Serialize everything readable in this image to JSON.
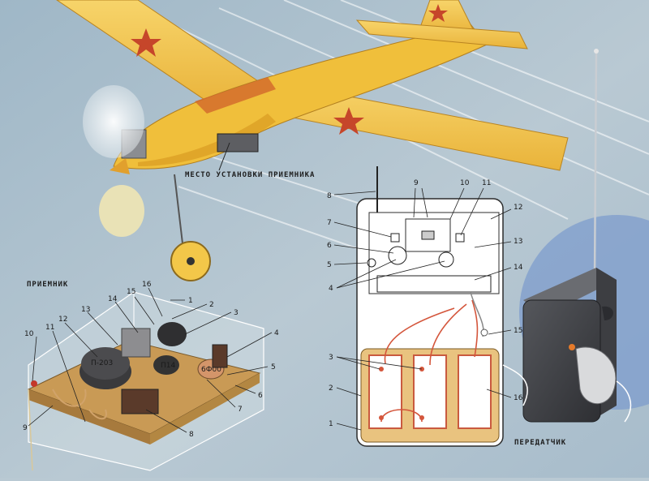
{
  "labels": {
    "receiver_location": "МЕСТО УСТАНОВКИ ПРИЕМНИКА",
    "receiver": "ПРИЕМНИК",
    "transmitter": "ПЕРЕДАТЧИК"
  },
  "receiver_callouts": [
    "1",
    "2",
    "3",
    "4",
    "5",
    "6",
    "7",
    "8",
    "9",
    "10",
    "11",
    "12",
    "13",
    "14",
    "15",
    "16"
  ],
  "receiver_part_marks": [
    "П-203",
    "П14",
    "6Ф00"
  ],
  "transmitter_callouts": [
    "1",
    "2",
    "3",
    "4",
    "5",
    "6",
    "7",
    "8",
    "9",
    "10",
    "11",
    "12",
    "13",
    "14",
    "15",
    "16"
  ],
  "colors": {
    "background": "#b9c9d3",
    "plane": "#f2c23a",
    "plane_shadow": "#d99b22",
    "star": "#c6462a",
    "board": "#c99a55",
    "device": "#3e3f43",
    "transmitter_panel": "#ffffff",
    "battery_fill": "#e9c37f",
    "wire": "#d4563c",
    "accent_circle": "#7e9ccc"
  }
}
